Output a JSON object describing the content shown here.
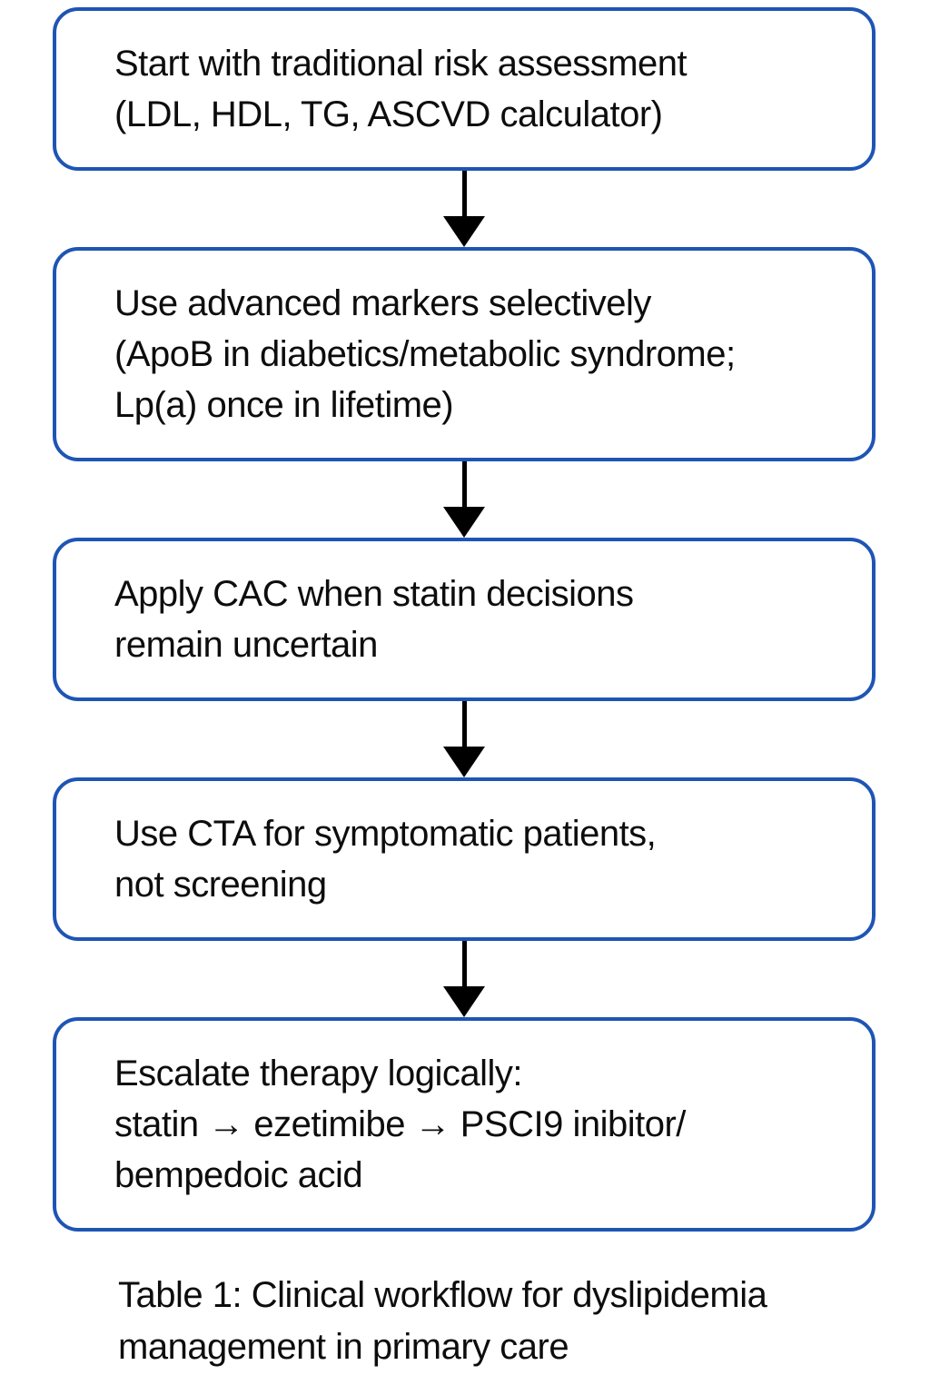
{
  "colors": {
    "background": "#ffffff",
    "box_border": "#1e55b4",
    "box_fill": "#ffffff",
    "arrow": "#000000",
    "text": "#0d0d0d"
  },
  "flowchart": {
    "type": "vertical-flow",
    "connector": "down-arrow",
    "steps": [
      {
        "text": "Start with traditional risk assessment\n(LDL, HDL, TG, ASCVD calculator)"
      },
      {
        "text": "Use advanced markers selectively\n(ApoB in diabetics/metabolic syndrome;\nLp(a) once in lifetime)"
      },
      {
        "text": "Apply CAC when statin decisions\nremain uncertain"
      },
      {
        "text": "Use CTA for symptomatic patients,\nnot screening"
      },
      {
        "text": "Escalate therapy logically:\nstatin → ezetimibe → PSCI9 inibitor/\nbempedoic acid"
      }
    ]
  },
  "caption": {
    "text": "Table 1: Clinical workflow for dyslipidemia\nmanagement in primary care"
  }
}
